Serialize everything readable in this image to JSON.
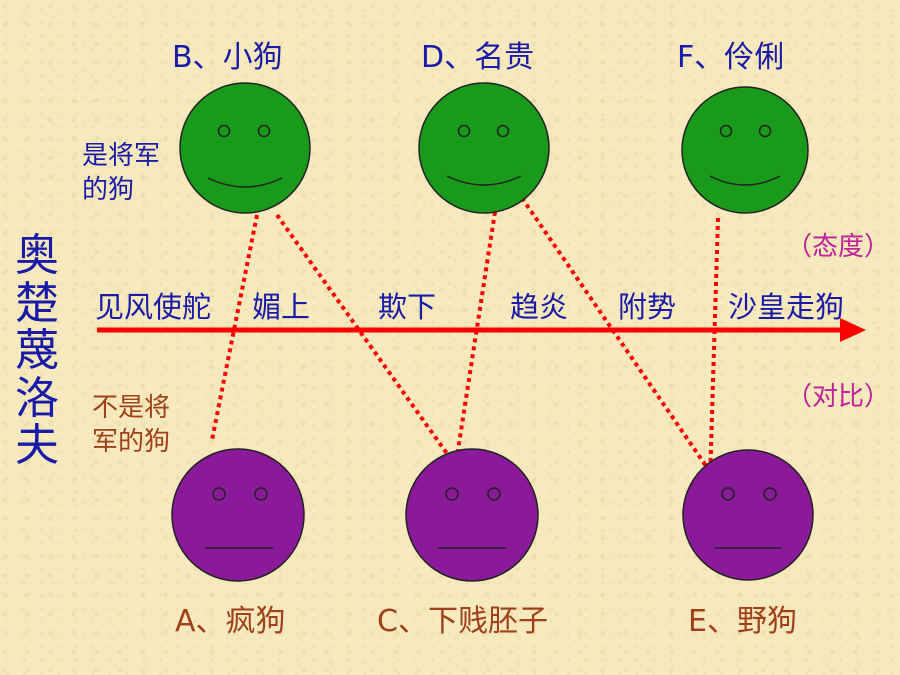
{
  "vertical_title": [
    "奥",
    "楚",
    "蔑",
    "洛",
    "夫"
  ],
  "top_faces": [
    {
      "label": "B、小狗"
    },
    {
      "label": "D、名贵"
    },
    {
      "label": "F、伶俐"
    }
  ],
  "bottom_faces": [
    {
      "label": "A、疯狗"
    },
    {
      "label": "C、下贱胚子"
    },
    {
      "label": "E、野狗"
    }
  ],
  "top_note": "是将军\n的狗",
  "bottom_note": "不是将\n军的狗",
  "axis_words": [
    "见风使舵",
    "媚上",
    "欺下",
    "趋炎",
    "附势",
    "沙皇走狗"
  ],
  "right_notes": {
    "upper": "（态度）",
    "lower": "（对比）"
  },
  "colors": {
    "top_face": "#1a9a1a",
    "bottom_face": "#8a1a9a",
    "axis": "#ff0000",
    "connector": "#ff0000",
    "blue_text": "#1a1aa8",
    "brown_text": "#a0401a",
    "pink_text": "#c0209a"
  }
}
